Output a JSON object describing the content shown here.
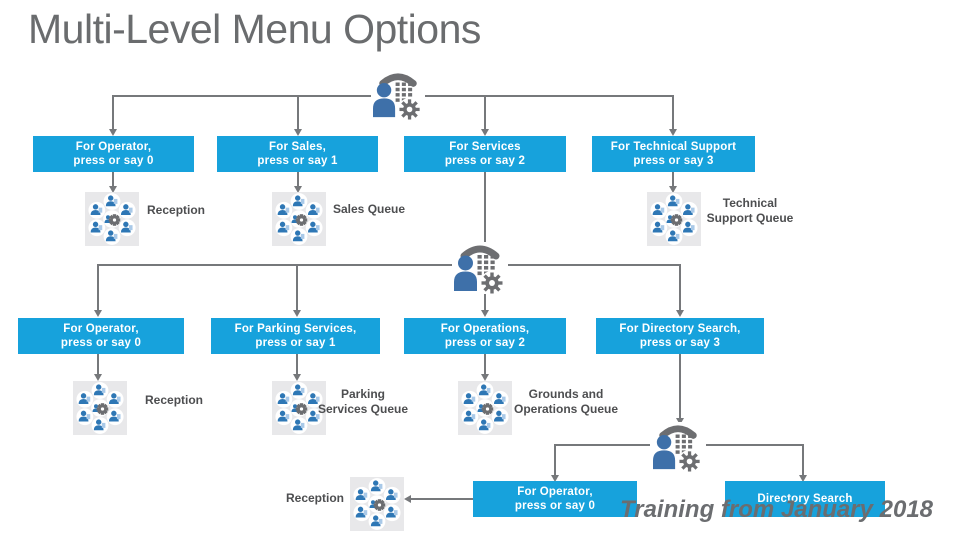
{
  "slide": {
    "title": "Multi-Level Menu Options",
    "footer": "Training from January 2018",
    "colors": {
      "accent_blue": "#17A2DC",
      "line_gray": "#76787B",
      "label_gray": "#4D4E50",
      "title_gray": "#6A6C6E",
      "icon_person_blue": "#3E70A9",
      "icon_gray": "#6D6E71",
      "queue_tile_bg": "#E8E8EA"
    },
    "icons": {
      "attendant": "auto-attendant-icon (person + phone keypad + gear)",
      "queue": "call-queue-icon (team of agents around gear)"
    }
  },
  "level1": {
    "menu": [
      {
        "line1": "For Operator,",
        "line2": "press or say 0"
      },
      {
        "line1": "For Sales,",
        "line2": "press or say 1"
      },
      {
        "line1": "For Services",
        "line2": "press or say 2"
      },
      {
        "line1": "For Technical Support",
        "line2": "press or say 3"
      }
    ],
    "queues": [
      {
        "line1": "Reception",
        "line2": ""
      },
      {
        "line1": "Sales Queue",
        "line2": ""
      },
      {
        "line1": "Technical",
        "line2": "Support Queue"
      }
    ]
  },
  "level2": {
    "menu": [
      {
        "line1": "For Operator,",
        "line2": "press or say 0"
      },
      {
        "line1": "For Parking Services,",
        "line2": "press or say 1"
      },
      {
        "line1": "For Operations,",
        "line2": "press or say 2"
      },
      {
        "line1": "For Directory Search,",
        "line2": "press or say 3"
      }
    ],
    "queues": [
      {
        "line1": "Reception",
        "line2": ""
      },
      {
        "line1": "Parking",
        "line2": "Services Queue"
      },
      {
        "line1": "Grounds and",
        "line2": "Operations Queue"
      }
    ]
  },
  "level3": {
    "menu": [
      {
        "line1": "For Operator,",
        "line2": "press or say 0"
      },
      {
        "line1": "Directory Search",
        "line2": ""
      }
    ],
    "queues": [
      {
        "line1": "Reception",
        "line2": ""
      }
    ]
  }
}
